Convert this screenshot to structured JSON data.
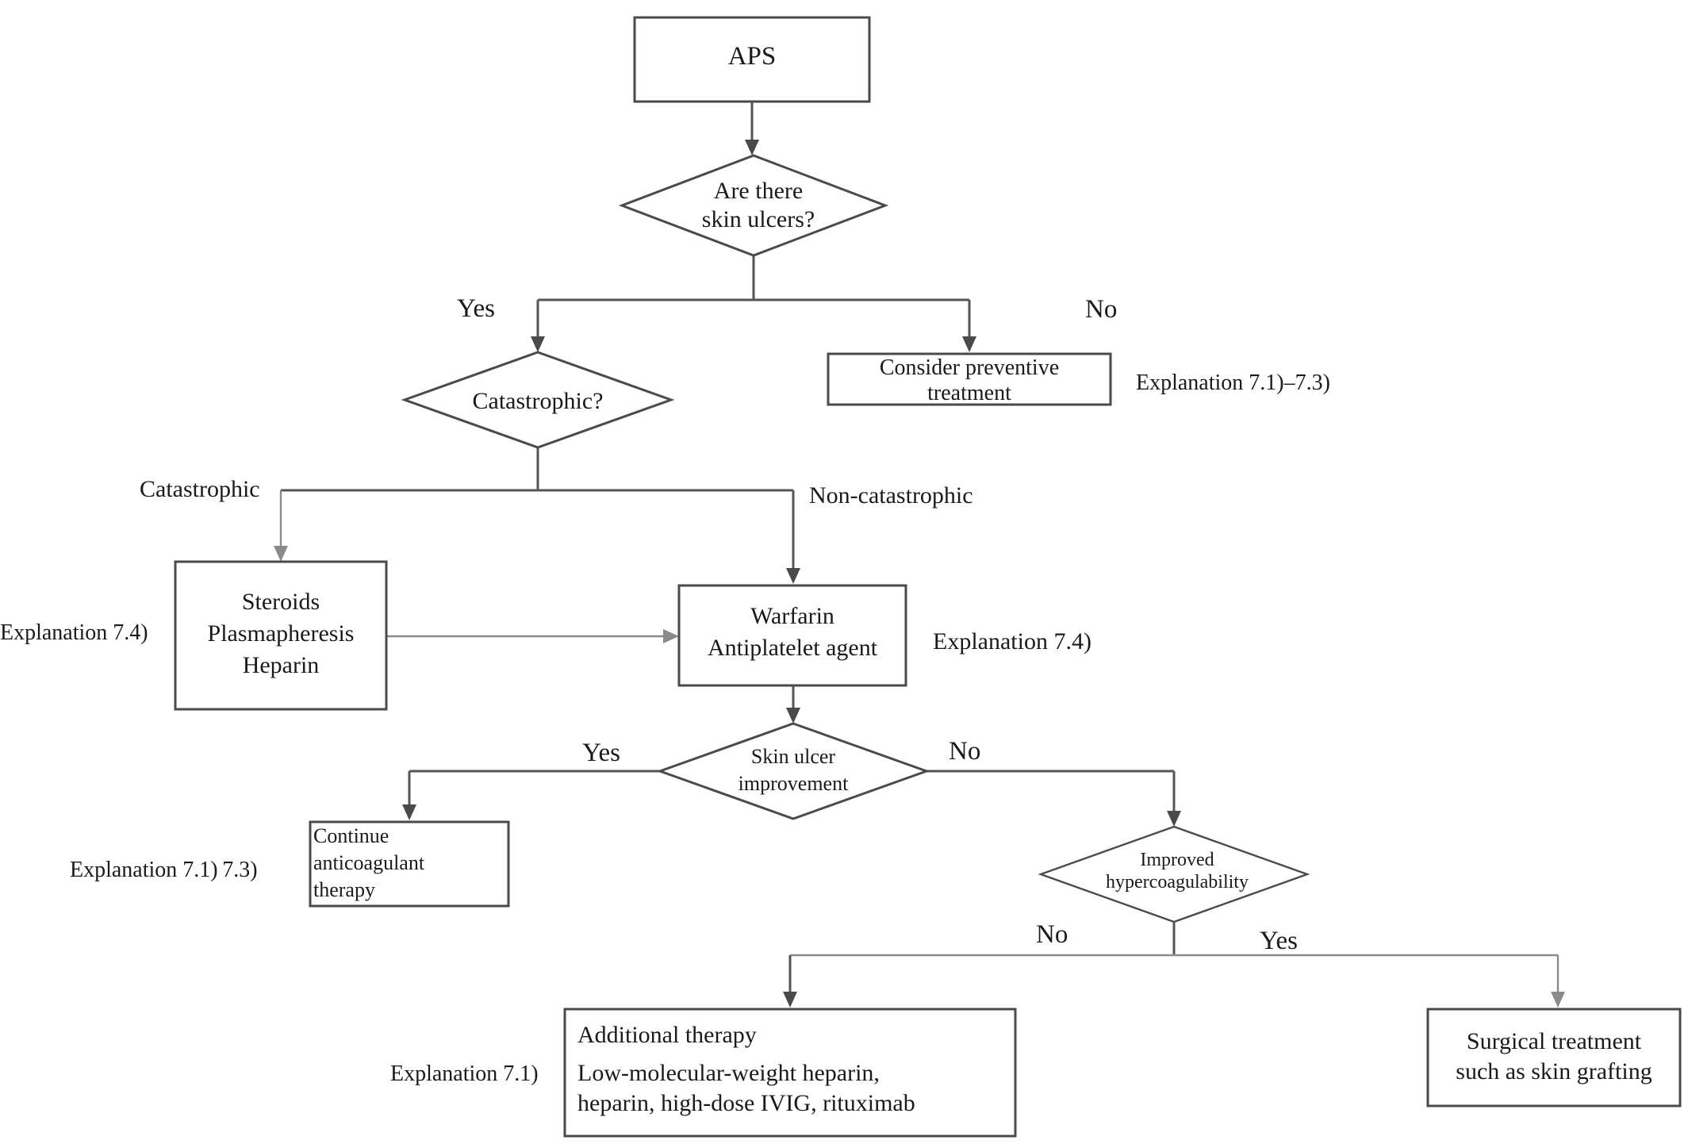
{
  "nodes": {
    "aps": "APS",
    "skin_ulcers_q": [
      "Are there",
      "skin ulcers?"
    ],
    "catastrophic_q": "Catastrophic?",
    "preventive": [
      "Consider preventive",
      "treatment"
    ],
    "steroids": [
      "Steroids",
      "Plasmapheresis",
      "Heparin"
    ],
    "warfarin": [
      "Warfarin",
      "Antiplatelet agent"
    ],
    "improvement_q": [
      "Skin ulcer",
      "improvement"
    ],
    "continue": [
      "Continue",
      "anticoagulant",
      "therapy"
    ],
    "hypercoag_q": [
      "Improved",
      "hypercoagulability"
    ],
    "additional": [
      "Additional therapy",
      "Low-molecular-weight heparin,",
      "heparin, high-dose IVIG, rituximab"
    ],
    "surgical": [
      "Surgical treatment",
      "such as skin grafting"
    ]
  },
  "edge_labels": {
    "ulcers_yes": "Yes",
    "ulcers_no": "No",
    "catastrophic": "Catastrophic",
    "non_catastrophic": "Non-catastrophic",
    "improvement_yes": "Yes",
    "improvement_no": "No",
    "hypercoag_no": "No",
    "hypercoag_yes": "Yes"
  },
  "explanations": {
    "preventive": "Explanation 7.1)–7.3)",
    "steroids": "Explanation 7.4)",
    "warfarin": "Explanation 7.4)",
    "continue": "Explanation 7.1) 7.3)",
    "additional": "Explanation 7.1)"
  }
}
